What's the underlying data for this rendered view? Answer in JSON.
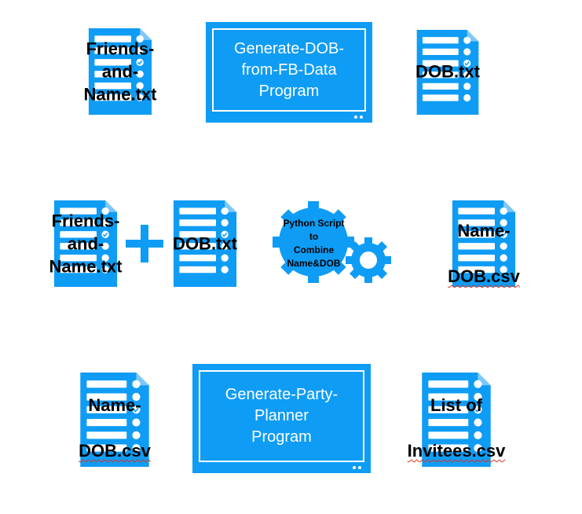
{
  "colors": {
    "accent": "#0f9cf5",
    "text": "#000000",
    "monitor_text": "#ffffff",
    "spellcheck": "#e0301e"
  },
  "row1": {
    "friends_file": "Friends-\nand-\nName.txt",
    "program": "Generate-DOB-\nfrom-FB-Data\nProgram",
    "dob_file": "DOB.txt"
  },
  "row2": {
    "friends_file": "Friends-\nand-\nName.txt",
    "plus_icon": "plus-icon",
    "dob_file": "DOB.txt",
    "gears_icon": "gears-icon",
    "script_label": "Python Script\nto\nCombine\nName&DOB",
    "output_file_line1": "Name-",
    "output_file_line2": "DOB.csv"
  },
  "row3": {
    "input_file_line1": "Name-",
    "input_file_line2": "DOB.csv",
    "program": "Generate-Party-\nPlanner\nProgram",
    "output_file_line1": "List of",
    "output_file_line2": "Invitees.csv"
  }
}
